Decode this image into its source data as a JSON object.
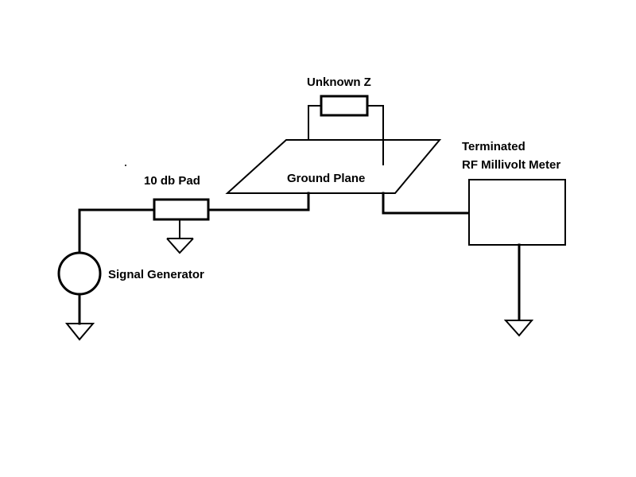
{
  "labels": {
    "unknown_z": "Unknown Z",
    "terminated_line1": "Terminated",
    "terminated_line2": "RF Millivolt Meter",
    "pad": "10 db Pad",
    "ground_plane": "Ground Plane",
    "signal_generator": "Signal Generator"
  },
  "colors": {
    "background": "#ffffff",
    "ink": "#000000"
  }
}
